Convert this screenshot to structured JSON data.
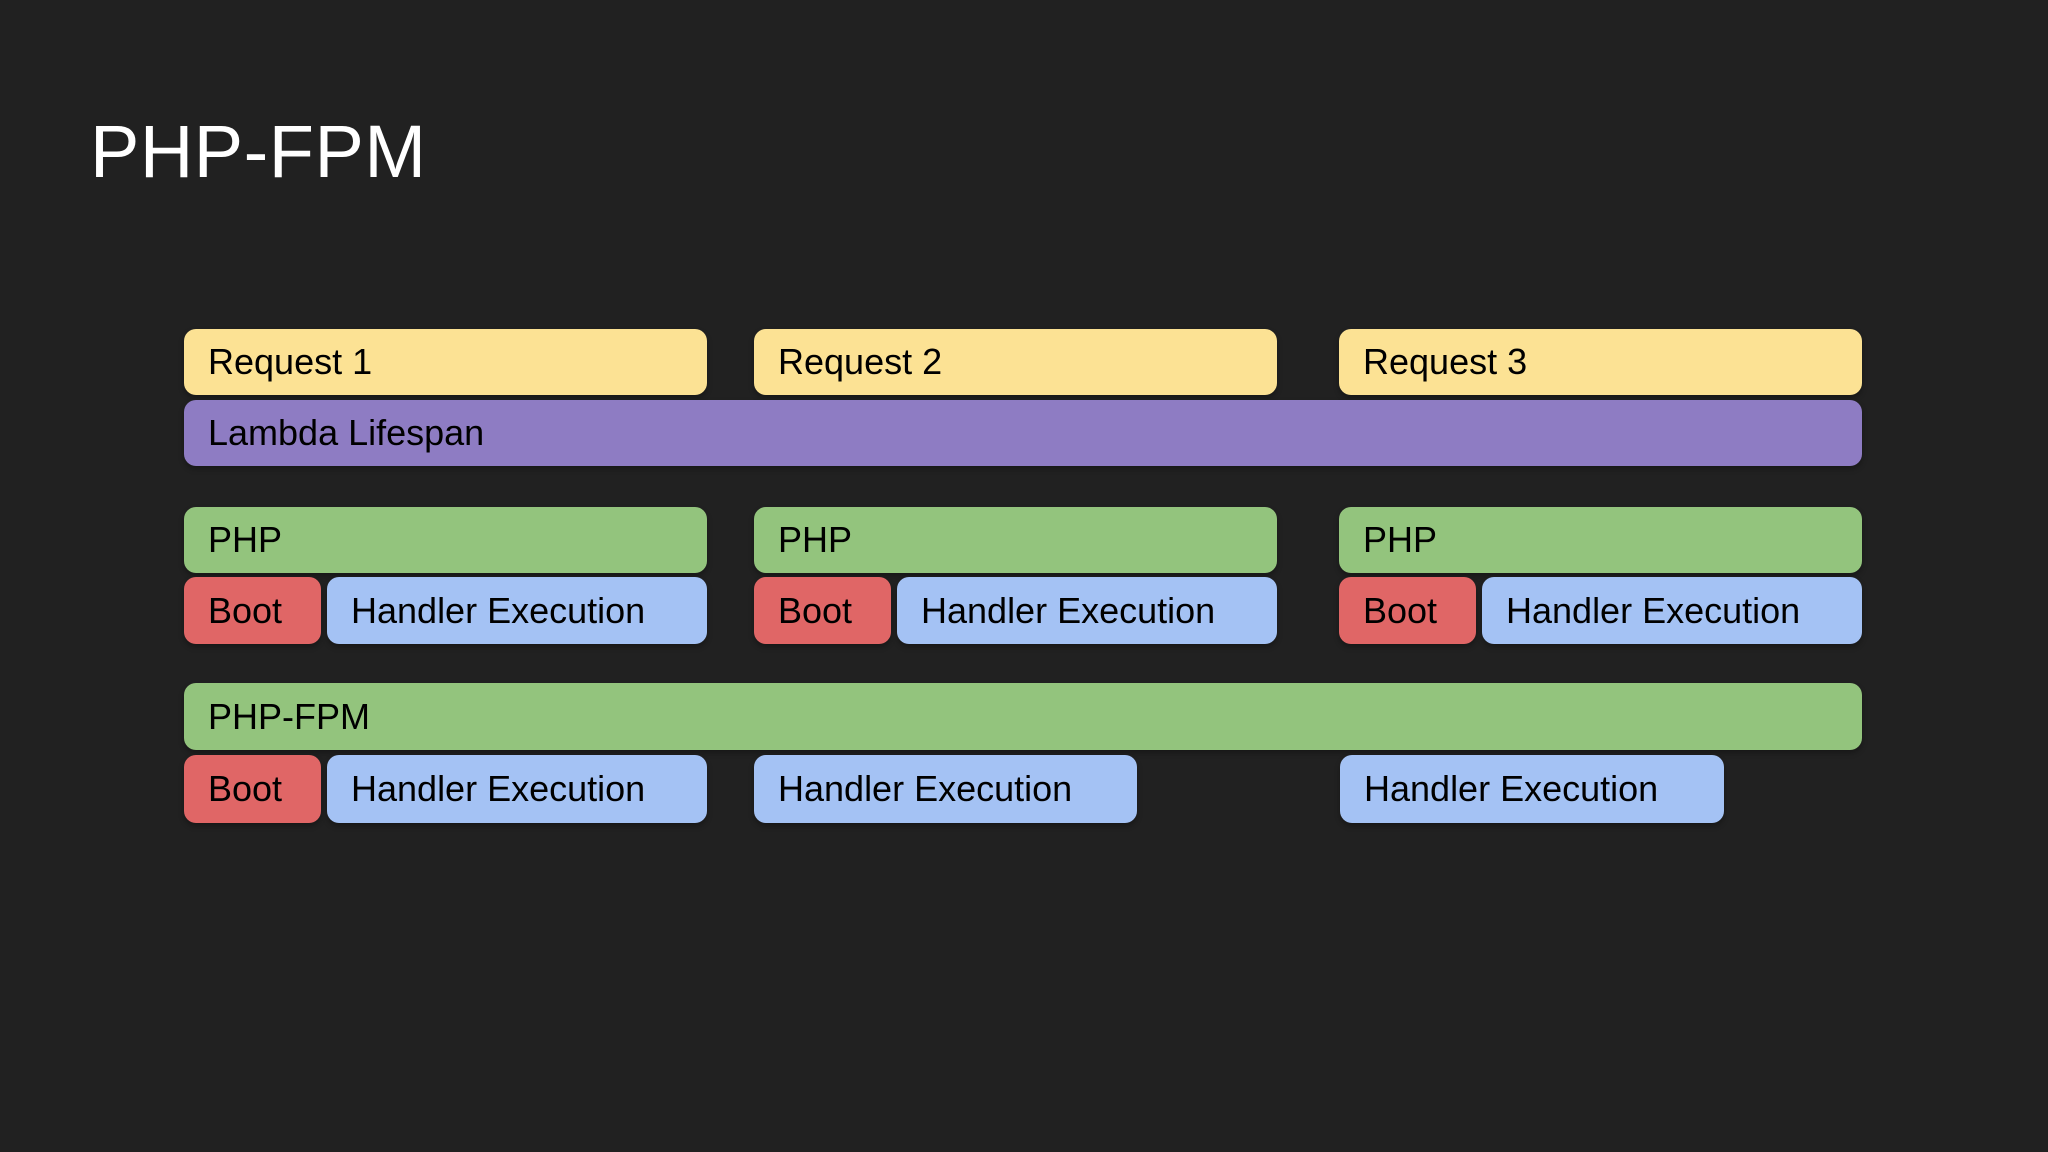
{
  "slide": {
    "title": "PHP-FPM"
  },
  "colors": {
    "background": "#212121",
    "title_text": "#ffffff",
    "box_text": "#000000",
    "request": "#fce294",
    "lambda": "#8e7cc3",
    "php": "#93c47d",
    "boot": "#e06666",
    "handler": "#a4c2f4"
  },
  "diagram": {
    "requests": [
      {
        "label": "Request 1"
      },
      {
        "label": "Request 2"
      },
      {
        "label": "Request 3"
      }
    ],
    "lambda": {
      "label": "Lambda Lifespan"
    },
    "php_workers": [
      {
        "php": "PHP",
        "boot": "Boot",
        "handler": "Handler Execution"
      },
      {
        "php": "PHP",
        "boot": "Boot",
        "handler": "Handler Execution"
      },
      {
        "php": "PHP",
        "boot": "Boot",
        "handler": "Handler Execution"
      }
    ],
    "phpfpm": {
      "label": "PHP-FPM",
      "boot": "Boot",
      "handlers": [
        {
          "label": "Handler Execution"
        },
        {
          "label": "Handler Execution"
        },
        {
          "label": "Handler Execution"
        }
      ]
    }
  }
}
